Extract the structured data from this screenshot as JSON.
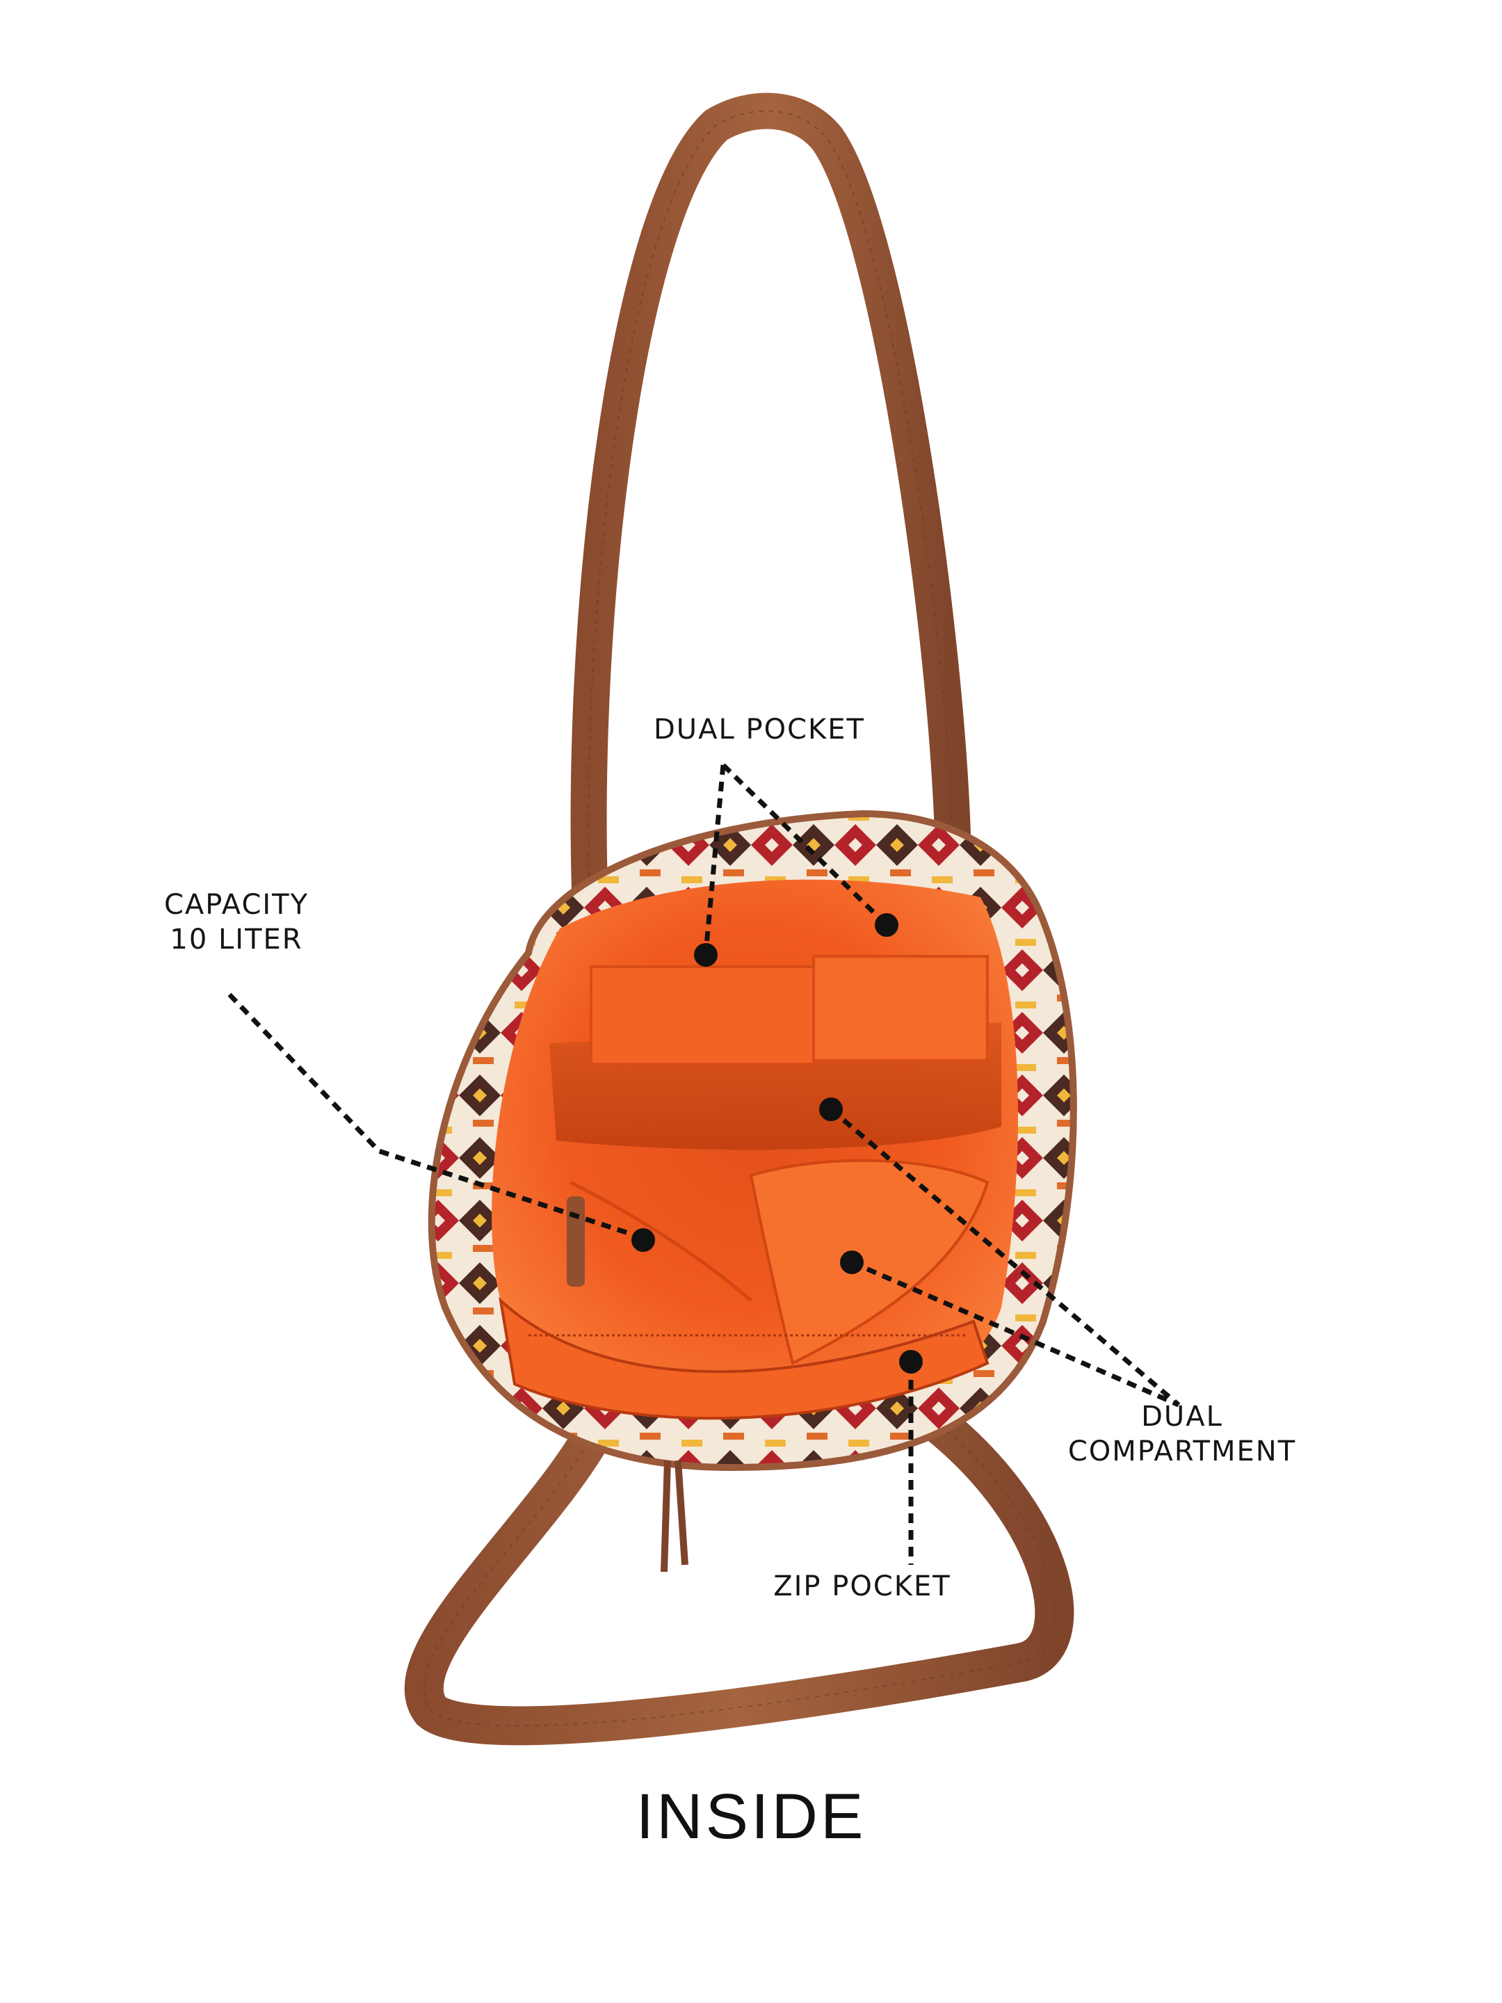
{
  "product_image": {
    "subject": "tote-bag-inside-view",
    "colors": {
      "strap": "#9b5a3a",
      "strap_dark": "#7d4329",
      "lining": "#f2581f",
      "lining_dark": "#c8400f",
      "lining_shadow": "#d9470f",
      "fabric_red": "#b5232a",
      "fabric_cream": "#f4e8d8",
      "fabric_yellow": "#f0b73c",
      "fabric_brown": "#4a2a22",
      "callout": "#111111"
    }
  },
  "callouts": {
    "dual_pocket": {
      "label": "DUAL POCKET"
    },
    "capacity": {
      "line1": "CAPACITY",
      "line2": "10 LITER"
    },
    "dual_compartment": {
      "line1": "DUAL",
      "line2": "COMPARTMENT"
    },
    "zip_pocket": {
      "label": "ZIP POCKET"
    }
  },
  "caption": {
    "title": "INSIDE"
  }
}
